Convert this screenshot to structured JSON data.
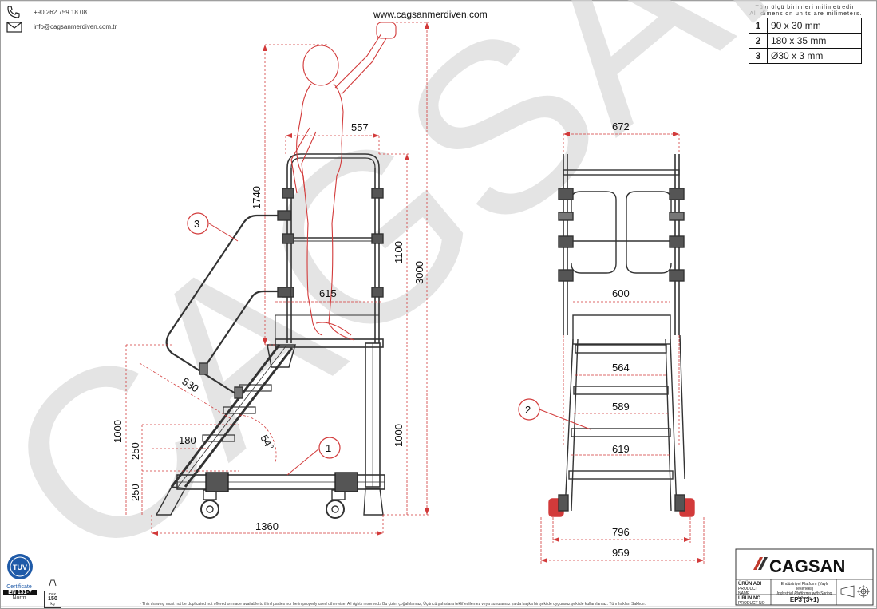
{
  "header": {
    "phone": "+90 262 759 18 08",
    "email": "info@cagsanmerdiven.com.tr",
    "url": "www.cagsanmerdiven.com"
  },
  "units_note": {
    "tr": "Tüm ölçü birimleri milimetredir.",
    "en": "All dimension units are milimeters."
  },
  "materials": [
    {
      "no": "1",
      "spec": "90 x 30 mm"
    },
    {
      "no": "2",
      "spec": "180 x 35 mm"
    },
    {
      "no": "3",
      "spec": "Ø30 x 3 mm"
    }
  ],
  "watermark": "CAGSAN",
  "side_view": {
    "dims": {
      "total_height": "3000",
      "person_height": "1740",
      "platform_width": "557",
      "platform_depth": "615",
      "handrail_height": "1100",
      "platform_height": "1000",
      "platform_height_left": "1000",
      "step_rise_1": "250",
      "step_rise_2": "250",
      "step_depth": "180",
      "handrail_extension": "530",
      "angle": "54°",
      "base_length": "1360"
    },
    "callouts": [
      "3",
      "1"
    ]
  },
  "front_view": {
    "dims": {
      "top_width": "672",
      "platform_width": "600",
      "step1": "564",
      "step2": "589",
      "step3": "619",
      "wheel_span": "796",
      "base_width": "959"
    },
    "callouts": [
      "2"
    ]
  },
  "certificate": {
    "tuv": "TÜV",
    "label": "Certificate",
    "norm_code": "EN 131-7",
    "norm": "Norm",
    "weight_top": "max.",
    "weight_val": "150",
    "weight_unit": "kg"
  },
  "title_block": {
    "brand": "CAGSAN",
    "product_name_label": "ÜRÜN ADI",
    "product_name_label_en": "PRODUCT NAME",
    "product_name_tr": "Endüstriyel Platform (Yaylı Tekerlekli)",
    "product_name_en": "Industrial Platforms with Spring Wheels",
    "product_no_label": "ÜRÜN NO",
    "product_no_label_en": "PRODUCT NO",
    "product_no": "EP3 (3+1)"
  },
  "footer": "- This drawing must not be duplicated not offered or made available to third parties nor be improperly used otherwise. All rights reserved./  Bu çizim çoğaltılamaz, Üçüncü şahıslara teklif edilemez veya sunulamaz ya da başka bir şekilde uygunsuz şekilde kullanılamaz. Tüm hakları Saklıdır."
}
